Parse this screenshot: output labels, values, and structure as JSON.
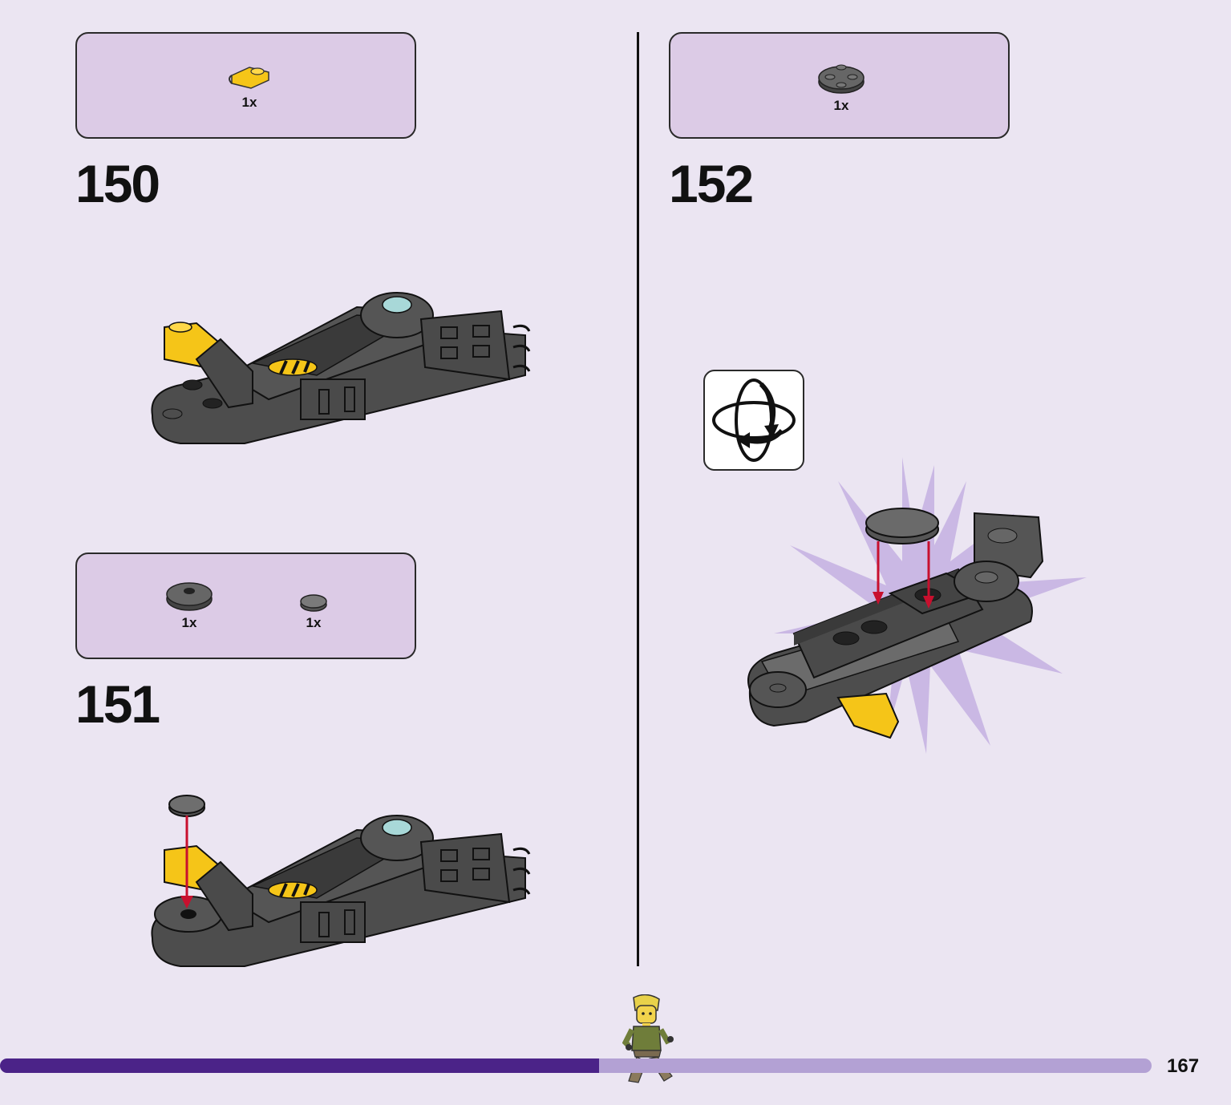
{
  "steps": [
    {
      "number": "150",
      "parts": [
        {
          "name": "yellow clip plate",
          "qty": "1x"
        }
      ]
    },
    {
      "number": "151",
      "parts": [
        {
          "name": "dark grey round plate",
          "qty": "1x"
        },
        {
          "name": "grey round tile",
          "qty": "1x"
        }
      ]
    },
    {
      "number": "152",
      "parts": [
        {
          "name": "dark grey round plate with studs",
          "qty": "1x"
        }
      ],
      "callout": "rotate-icon"
    }
  ],
  "progress": {
    "fraction": 0.52
  },
  "page_number": "167",
  "colors": {
    "background": "#ebe5f2",
    "parts_box": "#dccbe6",
    "progress_fill": "#4b2388",
    "progress_track": "#b3a1d4",
    "arrow": "#c8102e"
  }
}
